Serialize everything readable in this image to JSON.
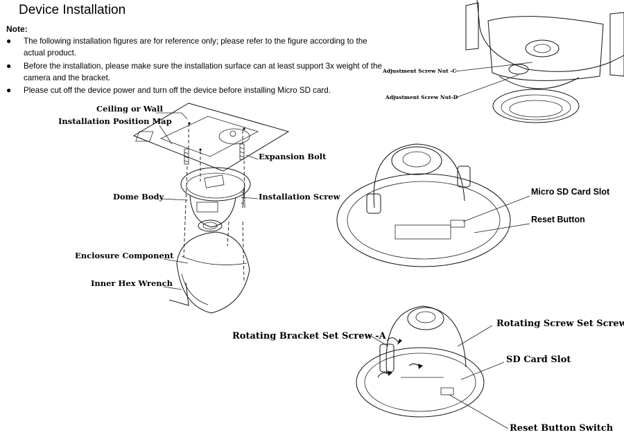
{
  "header": {
    "title": "Device Installation"
  },
  "notes": {
    "label": "Note:",
    "items": [
      "The following installation figures are for reference only; please refer to the figure according to the actual product.",
      "Before the installation, please make sure the installation surface can at least support 3x weight of the camera and the bracket.",
      "Please cut off the device power and turn off the device before installing Micro SD card."
    ]
  },
  "figure1": {
    "labels": {
      "ceiling": "Ceiling or Wall",
      "position_map": "Installation Position Map",
      "expansion_bolt": "Expansion Bolt",
      "dome_body": "Dome Body",
      "installation_screw": "Installation Screw",
      "enclosure": "Enclosure Component",
      "hex_wrench": "Inner Hex Wrench"
    }
  },
  "figure2": {
    "labels": {
      "nut_c": "Adjustment Screw Nut -C",
      "nut_d": "Adjustment Screw Nut-D"
    }
  },
  "figure3": {
    "labels": {
      "micro_sd": "Micro SD Card Slot",
      "reset": "Reset Button"
    }
  },
  "figure4": {
    "labels": {
      "bracket_screw_a": "Rotating Bracket Set Screw -A",
      "screw_b": "Rotating Screw Set Screw-B",
      "sd_slot": "SD Card Slot",
      "reset_switch": "Reset Button Switch"
    }
  }
}
